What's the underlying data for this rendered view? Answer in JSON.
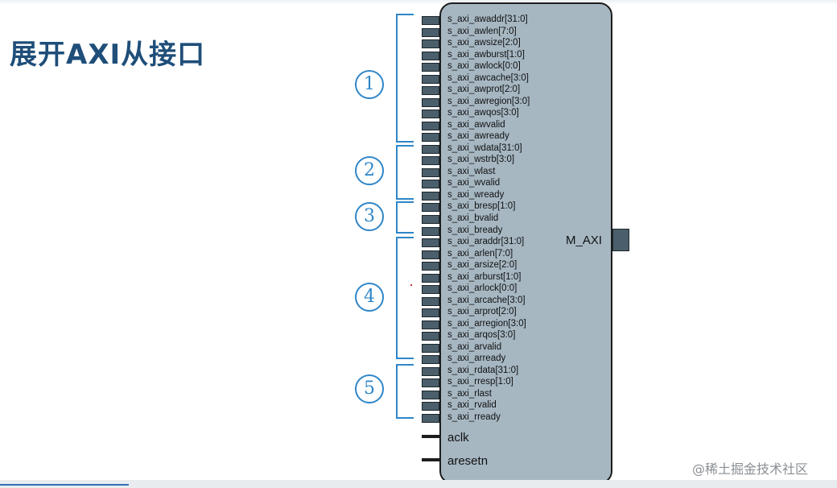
{
  "slide": {
    "title": "展开AXI从接口"
  },
  "block": {
    "master_port_label": "M_AXI",
    "ports": [
      "s_axi_awaddr[31:0]",
      "s_axi_awlen[7:0]",
      "s_axi_awsize[2:0]",
      "s_axi_awburst[1:0]",
      "s_axi_awlock[0:0]",
      "s_axi_awcache[3:0]",
      "s_axi_awprot[2:0]",
      "s_axi_awregion[3:0]",
      "s_axi_awqos[3:0]",
      "s_axi_awvalid",
      "s_axi_awready",
      "s_axi_wdata[31:0]",
      "s_axi_wstrb[3:0]",
      "s_axi_wlast",
      "s_axi_wvalid",
      "s_axi_wready",
      "s_axi_bresp[1:0]",
      "s_axi_bvalid",
      "s_axi_bready",
      "s_axi_araddr[31:0]",
      "s_axi_arlen[7:0]",
      "s_axi_arsize[2:0]",
      "s_axi_arburst[1:0]",
      "s_axi_arlock[0:0]",
      "s_axi_arcache[3:0]",
      "s_axi_arprot[2:0]",
      "s_axi_arregion[3:0]",
      "s_axi_arqos[3:0]",
      "s_axi_arvalid",
      "s_axi_arready",
      "s_axi_rdata[31:0]",
      "s_axi_rresp[1:0]",
      "s_axi_rlast",
      "s_axi_rvalid",
      "s_axi_rready"
    ],
    "clock_pin": "aclk",
    "reset_pin": "aresetn"
  },
  "groups": [
    {
      "number": "1"
    },
    {
      "number": "2"
    },
    {
      "number": "3"
    },
    {
      "number": "4"
    },
    {
      "number": "5"
    }
  ],
  "watermark": "@稀土掘金技术社区",
  "colors": {
    "accent": "#2f86c8",
    "block": "#a6b7c2",
    "title": "#1f4e79"
  }
}
